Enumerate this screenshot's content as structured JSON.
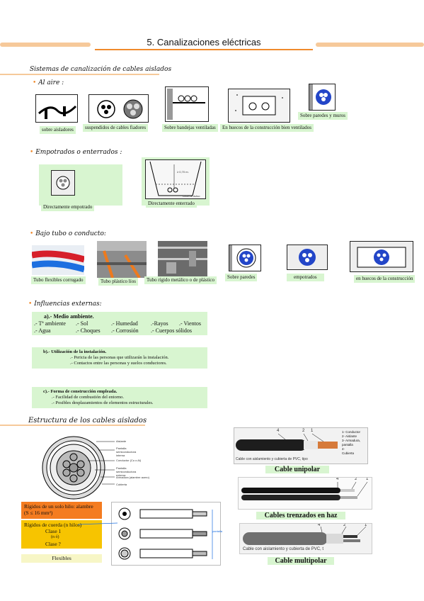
{
  "header": {
    "title": "5. Canalizaciones eléctricas"
  },
  "colors": {
    "accent": "#f08a2c",
    "label_bg": "#d8f5d0",
    "orange_box": "#f47c20",
    "yellow_box": "#f7c400",
    "bar": "#f6c99a"
  },
  "section1": {
    "title": "Sistemas de canalización de cables aislados",
    "aire": {
      "title": "Al aire :",
      "items": [
        "sobre aisladores",
        "suspendidos de cables fiadores",
        "Sobre bandejas ventiladas",
        "En huecos de la construcción bien ventilados",
        "Sobre paredes y muros"
      ]
    },
    "empotrados": {
      "title": "Empotrados o enterrados :",
      "items": [
        "Directamente empotrado",
        "Directamente enterrado"
      ],
      "diagram_labels": [
        "≥ 0,70 m.",
        "cinta de aviso"
      ]
    },
    "tubo": {
      "title": "Bajo tubo o conducto:",
      "items": [
        "Tubo flexibles corrugado",
        "Tubo plástico líos",
        "Tubo rígido metálico o de plástico",
        "Sobre paredes",
        "empotrados",
        "en huecos de la construcción"
      ]
    }
  },
  "section2": {
    "title": "Influencias externas:",
    "box_a": {
      "title": "a).- Medio ambiente.",
      "row1": [
        ".- Tª ambiente",
        ".- Sol",
        ".- Humedad",
        ".-Rayos",
        ".- Vientos"
      ],
      "row2": [
        ".- Agua",
        ".- Choques",
        ".- Corrosión",
        ".- Cuerpos sólidos"
      ]
    },
    "box_b": {
      "title": "b).- Utilización de la instalación.",
      "lines": [
        ".- Pericia de las personas que utilizarán la instalación.",
        ".- Contactos entre las personas y suelos  conductores."
      ]
    },
    "box_c": {
      "title": "c).- Forma de construcción empleada.",
      "lines": [
        ".- Facilidad de combustión del entorno.",
        ".- Posibles desplazamientos de elementos estructurales."
      ]
    }
  },
  "section3": {
    "title": "Estructura de los cables aislados",
    "cross_section_labels": [
      "Aislante",
      "Pantalla semiconductora interna",
      "Conductor (Cu o Al)",
      "Pantalla semiconductora externa",
      "Armadura (alambre acero)",
      "Cubierta"
    ],
    "rigid_box": {
      "line1": "Rígidos de un solo hilo: alambre",
      "line2": "(S ≤ 16 mm²)"
    },
    "stranded_box": {
      "line1": "Rígidos de cuerda (n hilos)",
      "line2": "Clase 1",
      "line3": "(n ó)",
      "line4": "Clase ?"
    },
    "flexible_label": "Flexibles",
    "side_note": "pantalla",
    "cable_unipolar": {
      "caption": "Cable unipolar",
      "photo_text": "Cable con aislamiento y cubierta de PVC, tipo",
      "legend": [
        "1- Conductor",
        "2- Aislante",
        "3- Armadura,",
        "pantalla",
        "4-",
        "Cubierta"
      ],
      "numbers": [
        "4",
        "2",
        "1"
      ]
    },
    "cable_haz": {
      "caption": "Cables trenzados en haz",
      "numbers": [
        "4",
        "2",
        "1"
      ]
    },
    "cable_multipolar": {
      "caption": "Cable multipolar",
      "photo_text": "Cable con aislamiento y cubierta de PVC, t",
      "numbers": [
        "4",
        "2",
        "1"
      ]
    }
  }
}
